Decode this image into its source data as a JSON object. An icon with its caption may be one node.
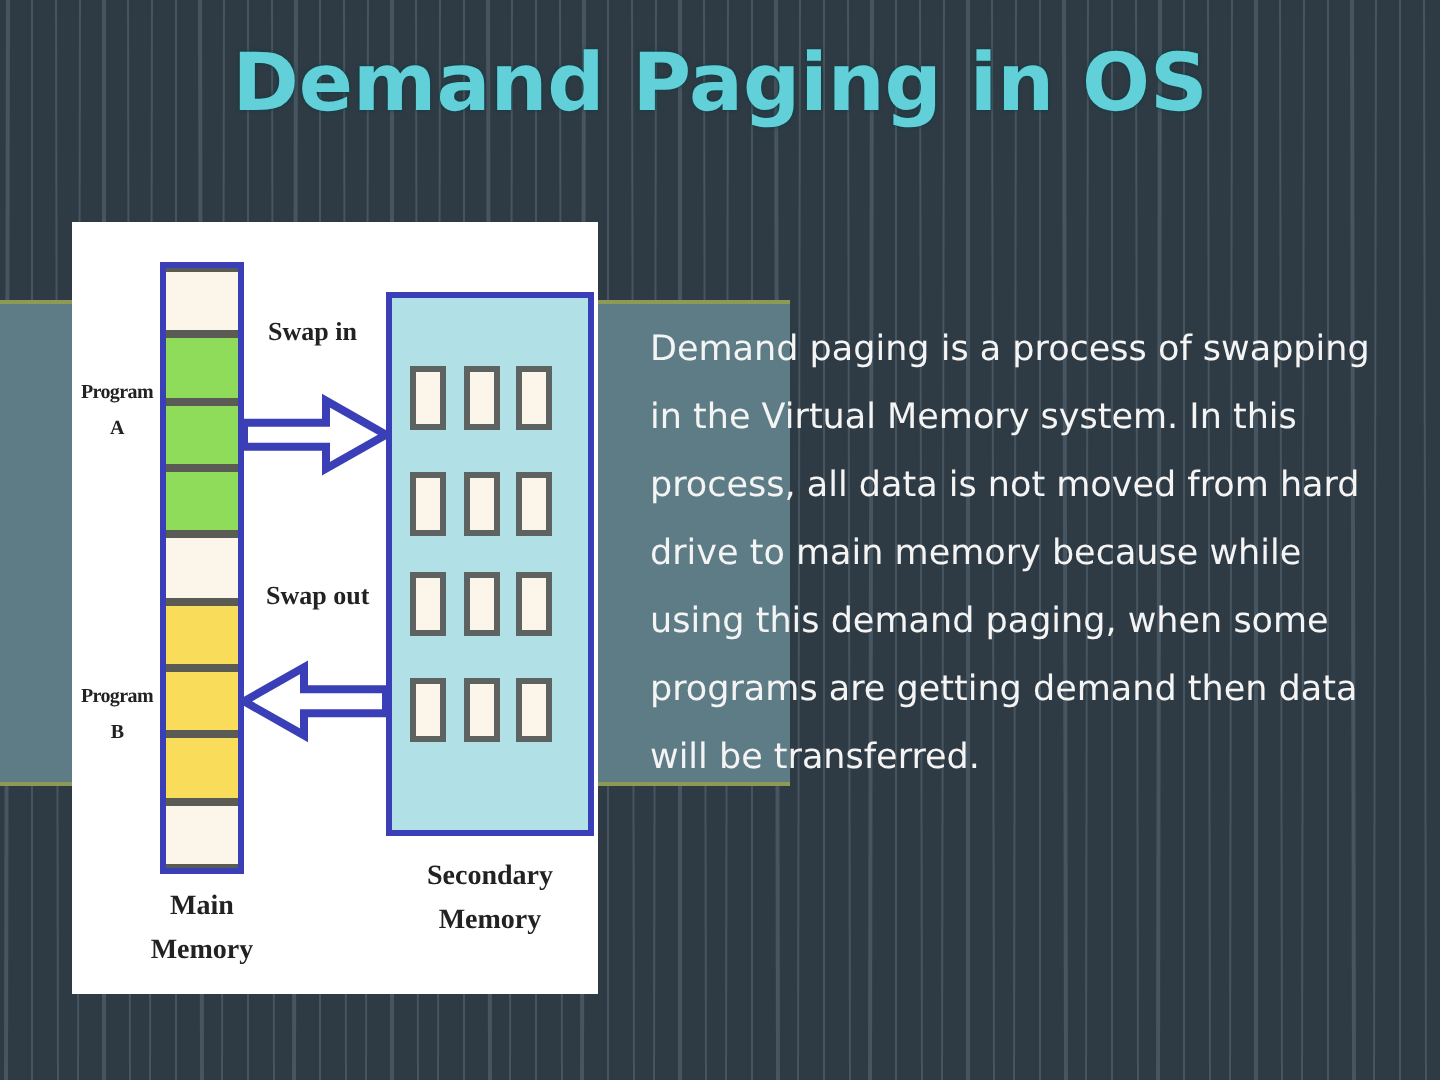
{
  "diagram": {
    "title": "Demand Paging in OS",
    "nodes": [
      {
        "text": [
          "Main Memory"
        ]
      },
      {
        "text": [],
        "shape": "box",
        "in": 0
      },
      {
        "text": [],
        "shape": "box",
        "in": 0
      },
      {
        "text": [],
        "shape": "box",
        "in": 0
      },
      {
        "text": [],
        "shape": "box",
        "in": 0
      },
      {
        "text": [],
        "shape": "box",
        "in": 0
      },
      {
        "text": [],
        "shape": "box",
        "in": 0
      },
      {
        "text": [],
        "shape": "box",
        "in": 0
      },
      {
        "text": [],
        "shape": "box",
        "in": 0
      },
      {
        "text": [],
        "shape": "box",
        "in": 0
      },
      {
        "text": [
          "Secondary Memory"
        ]
      },
      {
        "text": [],
        "shape": "box",
        "in": 10
      },
      {
        "text": [],
        "shape": "box",
        "in": 10
      },
      {
        "text": [],
        "shape": "box",
        "in": 10
      },
      {
        "text": [],
        "shape": "box",
        "in": 10
      },
      {
        "text": [],
        "shape": "box",
        "in": 10
      },
      {
        "text": [],
        "shape": "box",
        "in": 10
      },
      {
        "text": [],
        "shape": "box",
        "in": 10
      },
      {
        "text": [],
        "shape": "box",
        "in": 10
      },
      {
        "text": [],
        "shape": "box",
        "in": 10
      },
      {
        "text": [],
        "shape": "box",
        "in": 10
      },
      {
        "text": [],
        "shape": "box",
        "in": 10
      },
      {
        "text": [],
        "shape": "box",
        "in": 10
      }
    ],
    "edges": [
      {
        "from": 3,
        "to": 10,
        "arrow": "to",
        "label": "Swap in"
      },
      {
        "from": 10,
        "to": 7,
        "arrow": "to",
        "label": "Swap out"
      }
    ],
    "labels": [
      "Program A",
      "Program B",
      "Demand paging is a process of swapping in the Virtual Memory system. In this process, all data is not moved from hard drive to main memory because while using this demand paging, when some programs are getting demand then data will be transferred."
    ]
  }
}
